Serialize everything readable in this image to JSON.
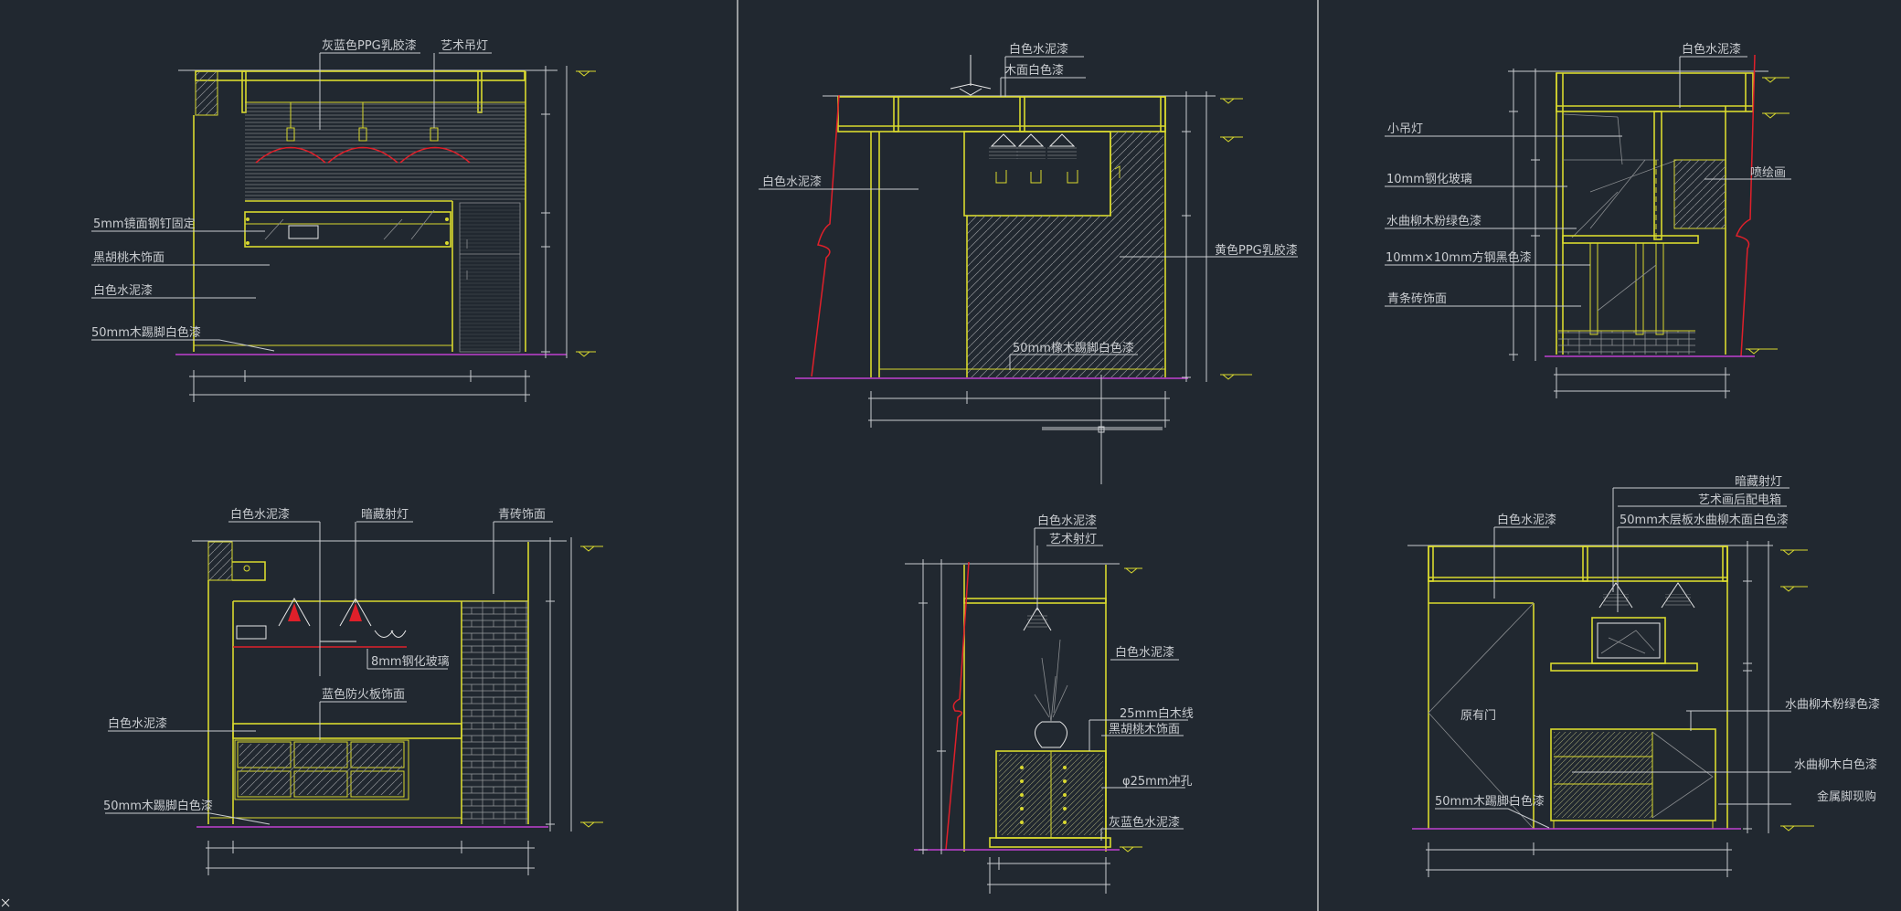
{
  "drawing": {
    "view1": {
      "labels": [
        "灰蓝色PPG乳胶漆",
        "艺术吊灯",
        "5mm镜面钢钉固定",
        "黑胡桃木饰面",
        "白色水泥漆",
        "50mm木踢脚白色漆"
      ]
    },
    "view2": {
      "labels": [
        "白色水泥漆",
        "木面白色漆",
        "白色水泥漆",
        "黄色PPG乳胶漆",
        "50mm橡木踢脚白色漆"
      ]
    },
    "view3": {
      "labels": [
        "白色水泥漆",
        "小吊灯",
        "10mm钢化玻璃",
        "喷绘画",
        "水曲柳木粉绿色漆",
        "10mm×10mm方钢黑色漆",
        "青条砖饰面"
      ]
    },
    "view4": {
      "labels": [
        "白色水泥漆",
        "暗藏射灯",
        "青砖饰面",
        "8mm钢化玻璃",
        "蓝色防火板饰面",
        "白色水泥漆",
        "50mm木踢脚白色漆"
      ]
    },
    "view5": {
      "labels": [
        "白色水泥漆",
        "艺术射灯",
        "白色水泥漆",
        "25mm白木线",
        "黑胡桃木饰面",
        "φ25mm冲孔",
        "灰蓝色水泥漆"
      ]
    },
    "view6": {
      "labels": [
        "暗藏射灯",
        "艺术画后配电箱",
        "白色水泥漆",
        "50mm木层板水曲柳木面白色漆",
        "原有门",
        "水曲柳木粉绿色漆",
        "水曲柳木白色漆",
        "金属脚现购",
        "50mm木踢脚白色漆"
      ]
    }
  },
  "colors": {
    "background": "#212830",
    "wall_line": "#d9d92e",
    "dimension_line": "#c9ccd0",
    "section_cut": "#e0202a",
    "floor_line": "#c040d0"
  }
}
